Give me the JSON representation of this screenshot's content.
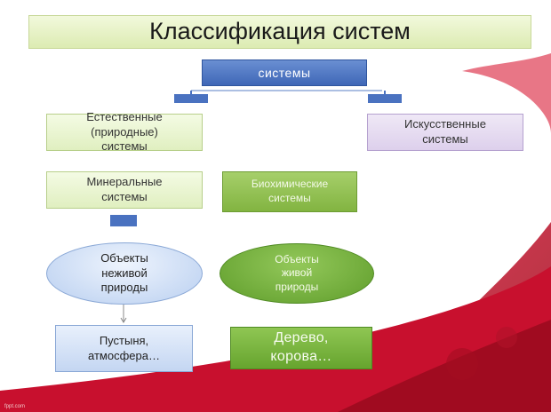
{
  "title": "Классификация систем",
  "root": "системы",
  "natural": [
    "Естественные",
    "(природные)",
    "системы"
  ],
  "artificial": [
    "Искусственные",
    "системы"
  ],
  "mineral": [
    "Минеральные",
    "системы"
  ],
  "biochem": [
    "Биохимические",
    "системы"
  ],
  "nonliving": [
    "Объекты",
    "неживой",
    "природы"
  ],
  "living": [
    "Объекты",
    "живой",
    "природы"
  ],
  "nonliving_examples": [
    "Пустыня,",
    "атмосфера…"
  ],
  "living_examples": [
    "Дерево,",
    "корова…"
  ],
  "watermark": "fppt.com",
  "colors": {
    "root_fill": "#4a72c0",
    "green_light": "#e6f2ca",
    "green_dark": "#7cb342",
    "lavender": "#e3d8f0",
    "blue_light": "#cfdff5",
    "decoration_red": "#c8102e"
  }
}
